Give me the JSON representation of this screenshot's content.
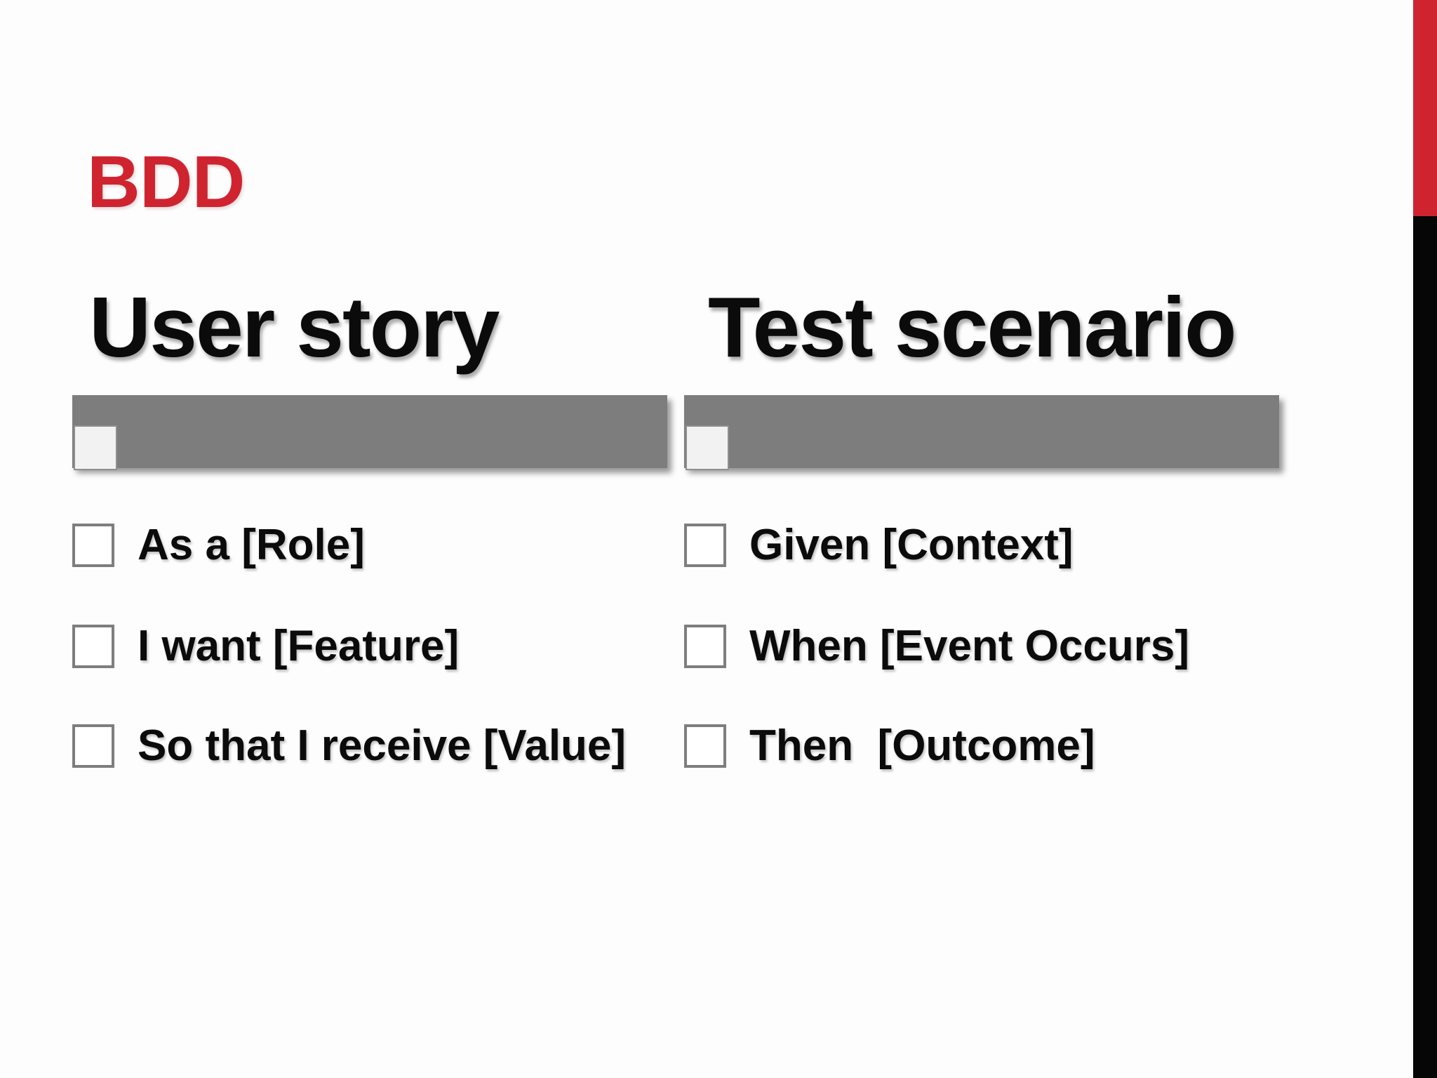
{
  "slide": {
    "kicker": "BDD",
    "columns": [
      {
        "heading": "User story",
        "items": [
          "As a [Role]",
          "I want [Feature]",
          "So that I receive [Value]"
        ]
      },
      {
        "heading": "Test scenario",
        "items": [
          "Given [Context]",
          "When [Event Occurs]",
          "Then  [Outcome]"
        ]
      }
    ],
    "bullet_icon": "empty-square-checkbox",
    "colors": {
      "accent-red": "#cf2430",
      "bar-gray": "#7d7d7d",
      "bar-tab-light": "#f2f2f2",
      "stripe-black": "#060606",
      "text-black": "#0b0b0b"
    }
  }
}
